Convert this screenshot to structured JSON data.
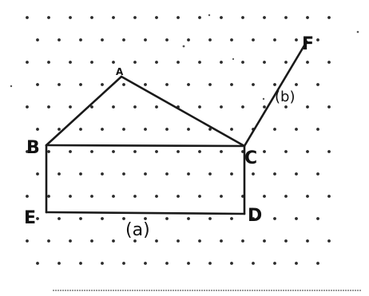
{
  "points": {
    "A": "A",
    "B": "B",
    "C": "C",
    "D": "D",
    "E": "E",
    "F": "F"
  },
  "figures": {
    "a": "(a)",
    "b": "(b)"
  },
  "colors": {
    "ink": "#1a1a1a",
    "dots": "#2a2a2a",
    "paper": "#ffffff"
  }
}
